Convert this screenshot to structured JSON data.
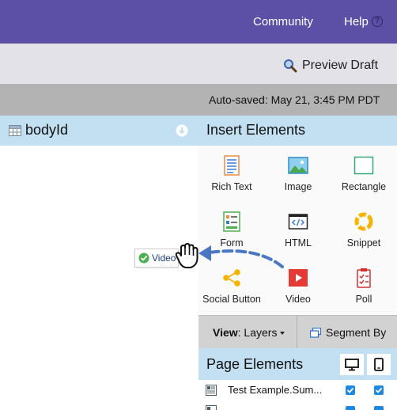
{
  "topbar": {
    "community": "Community",
    "help": "Help",
    "help_icon": "?"
  },
  "toolbar": {
    "preview_label": "Preview Draft",
    "preview_icon": "magnifier-icon"
  },
  "status": {
    "autosaved": "Auto-saved: May 21, 3:45 PM PDT"
  },
  "layout_panel": {
    "title": "bodyId"
  },
  "insert": {
    "title": "Insert Elements",
    "items": [
      {
        "label": "Rich Text",
        "icon": "rich-text-icon"
      },
      {
        "label": "Image",
        "icon": "image-icon"
      },
      {
        "label": "Rectangle",
        "icon": "rectangle-icon"
      },
      {
        "label": "Form",
        "icon": "form-icon"
      },
      {
        "label": "HTML",
        "icon": "html-icon"
      },
      {
        "label": "Snippet",
        "icon": "snippet-icon"
      },
      {
        "label": "Social Button",
        "icon": "social-button-icon"
      },
      {
        "label": "Video",
        "icon": "video-icon"
      },
      {
        "label": "Poll",
        "icon": "poll-icon"
      }
    ]
  },
  "viewbar": {
    "view_prefix": "View",
    "view_value": ": Layers",
    "segment": "Segment By"
  },
  "page_elements": {
    "title": "Page Elements",
    "rows": [
      {
        "name": "Test Example.Sum...",
        "desktop": true,
        "mobile": true
      }
    ]
  },
  "drag": {
    "label": "Video"
  },
  "colors": {
    "topbar": "#5b50a6",
    "header_blue": "#c3e0f2",
    "checkbox": "#1e88e5",
    "arrow": "#4a77c4"
  }
}
